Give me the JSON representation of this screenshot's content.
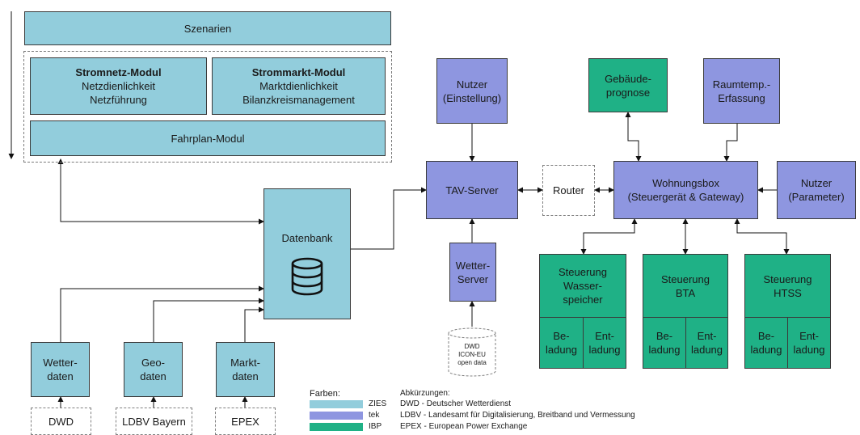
{
  "modules": {
    "szenarien": "Szenarien",
    "stromnetz": {
      "title": "Stromnetz-Modul",
      "line1": "Netzdienlichkeit",
      "line2": "Netzführung"
    },
    "strommarkt": {
      "title": "Strommarkt-Modul",
      "line1": "Marktdienlichkeit",
      "line2": "Bilanzkreismanagement"
    },
    "fahrplan": "Fahrplan-Modul"
  },
  "datenbank": "Datenbank",
  "inputs": {
    "wetter": {
      "line1": "Wetter-",
      "line2": "daten"
    },
    "geo": {
      "line1": "Geo-",
      "line2": "daten"
    },
    "markt": {
      "line1": "Markt-",
      "line2": "daten"
    }
  },
  "sources": {
    "dwd": "DWD",
    "ldbv": "LDBV Bayern",
    "epex": "EPEX"
  },
  "servers": {
    "nutzer_einstellung": {
      "line1": "Nutzer",
      "line2": "(Einstellung)"
    },
    "tav": "TAV-Server",
    "wetter_server": {
      "line1": "Wetter-",
      "line2": "Server"
    },
    "router": "Router",
    "dwd_icon": {
      "line1": "DWD",
      "line2": "ICON-EU",
      "line3": "open data"
    }
  },
  "home": {
    "gebaeude": {
      "line1": "Gebäude-",
      "line2": "prognose"
    },
    "raumtemp": {
      "line1": "Raumtemp.-",
      "line2": "Erfassung"
    },
    "wohnungsbox": {
      "line1": "Wohnungsbox",
      "line2": "(Steuergerät & Gateway)"
    },
    "nutzer_parameter": {
      "line1": "Nutzer",
      "line2": "(Parameter)"
    }
  },
  "controls": [
    {
      "line1": "Steuerung",
      "line2": "Wasser-",
      "line3": "speicher",
      "be1": "Be-",
      "be2": "ladung",
      "ent1": "Ent-",
      "ent2": "ladung"
    },
    {
      "line1": "Steuerung",
      "line2": "BTA",
      "line3": "",
      "be1": "Be-",
      "be2": "ladung",
      "ent1": "Ent-",
      "ent2": "ladung"
    },
    {
      "line1": "Steuerung",
      "line2": "HTSS",
      "line3": "",
      "be1": "Be-",
      "be2": "ladung",
      "ent1": "Ent-",
      "ent2": "ladung"
    }
  ],
  "legend": {
    "title": "Farben:",
    "items": [
      {
        "label": "ZIES",
        "color": "#92cddc"
      },
      {
        "label": "tek",
        "color": "#8e96e0"
      },
      {
        "label": "IBP",
        "color": "#1fb186"
      }
    ]
  },
  "abbreviations": {
    "title": "Abkürzungen:",
    "items": [
      "DWD - Deutscher Wetterdienst",
      "LDBV - Landesamt für Digitalisierung, Breitband und Vermessung",
      "EPEX - European Power Exchange"
    ]
  }
}
